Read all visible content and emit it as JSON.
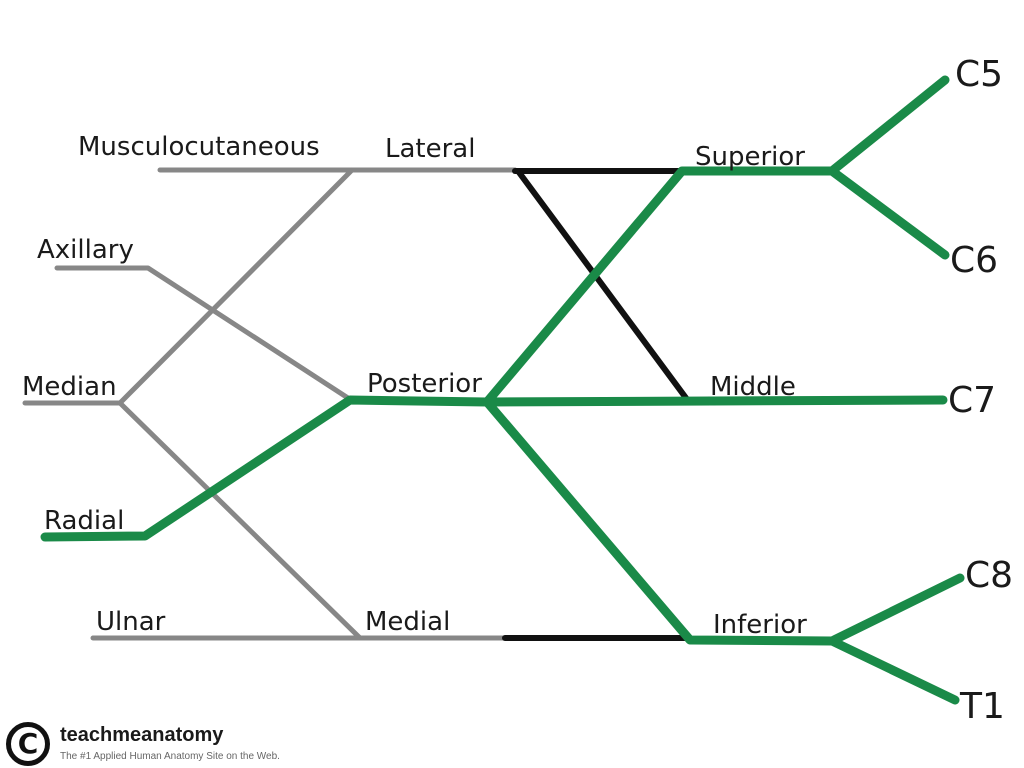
{
  "colors": {
    "green": "#1a8a48",
    "grey": "#878787",
    "black": "#111111",
    "text": "#1a1a1a"
  },
  "diagram": {
    "roots": [
      "C5",
      "C6",
      "C7",
      "C8",
      "T1"
    ],
    "trunks": [
      "Superior",
      "Middle",
      "Inferior"
    ],
    "cords": [
      "Lateral",
      "Posterior",
      "Medial"
    ],
    "branches": [
      "Musculocutaneous",
      "Axillary",
      "Median",
      "Radial",
      "Ulnar"
    ]
  },
  "brand": {
    "logo_symbol": "C",
    "name": "teachmeanatomy",
    "tagline": "The #1 Applied Human Anatomy Site on the Web."
  }
}
